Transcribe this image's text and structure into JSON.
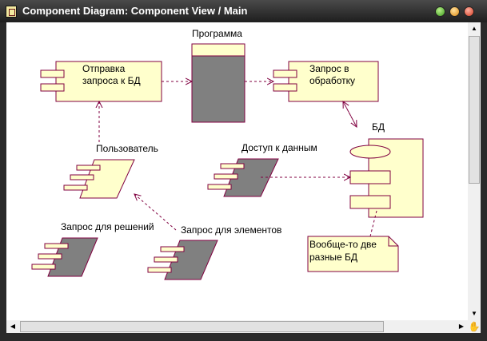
{
  "window": {
    "title": "Component Diagram: Component View / Main"
  },
  "diagram": {
    "components": {
      "send_request": "Отправка\nзапроса к БД",
      "program": "Программа",
      "request_processing": "Запрос в\nобработку",
      "user": "Пользователь",
      "data_access": "Доступ к данным",
      "db": "БД",
      "request_solutions": "Запрос для  решений",
      "request_elements": "Запрос для элементов"
    },
    "note": "Вообще-то две\nразные БД"
  },
  "icons": {
    "app": "component-diagram-icon",
    "pan": "hand-pan-icon"
  },
  "colors": {
    "component_fill": "#ffffcc",
    "component_border": "#800040",
    "shaded_fill": "#808080",
    "titlebar": "#1e1e1e"
  }
}
